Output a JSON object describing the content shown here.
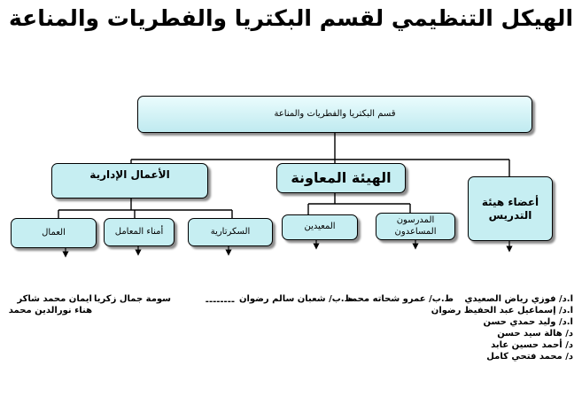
{
  "title": "الهيكل التنظيمي لقسم البكتريا والفطريات والمناعة",
  "root": "قسم البكتريا والفطريات والمناعة",
  "level1": {
    "admin": "الأعمال الإدارية",
    "assist": "الهيئة المعاونة",
    "faculty": "أعضاء هيئة التدريس"
  },
  "level2": {
    "workers": "العمال",
    "lab_keepers": "أمناء المعامل",
    "secretaries": "السكرتارية",
    "demonstrators": "المعيدين",
    "assistant_lecturers": "المدرسون المساعدون"
  },
  "names": {
    "faculty": [
      "ا.د/ فوزي رياض الصعيدي",
      "ا.د/ إسماعيل عبد الحفيظ رضوان",
      "ا.د/ وليد حمدي حسن",
      "د/ هالة سيد حسن",
      "د/ أحمد حسين عابد",
      "د/ محمد فتحي كامل"
    ],
    "assistant_lecturers": [
      "ط.ب/ عمرو شحاته محمد"
    ],
    "demonstrators": [
      "ط.ب/ شعبان سالم رضوان"
    ],
    "secretaries": [
      "--------"
    ],
    "lab_keepers": [
      "سومة جمال زكريا"
    ],
    "workers": [
      "ايمان محمد شاكر",
      "هناء نورالدين محمد"
    ]
  },
  "colors": {
    "box_fill": "#c6eef2",
    "line": "#000000"
  }
}
